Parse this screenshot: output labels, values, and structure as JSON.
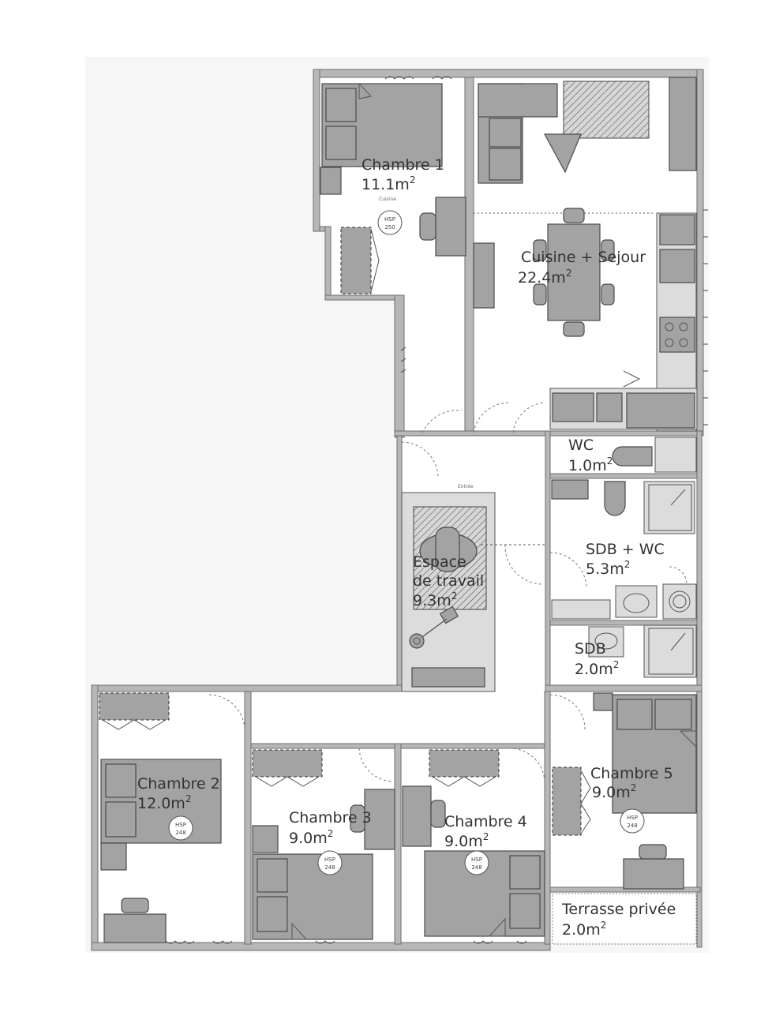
{
  "rooms": {
    "chambre1": {
      "name": "Chambre 1",
      "area": "11.1m",
      "unit_exp": "2"
    },
    "cuisine_sejour": {
      "name": "Cuisine + Sejour",
      "area": "22.4m",
      "unit_exp": "2"
    },
    "wc": {
      "name": "WC",
      "area": "1.0m",
      "unit_exp": "2"
    },
    "sdb_wc": {
      "name": "SDB + WC",
      "area": "5.3m",
      "unit_exp": "2"
    },
    "sdb": {
      "name": "SDB",
      "area": "2.0m",
      "unit_exp": "2"
    },
    "espace_travail": {
      "name_line1": "Espace",
      "name_line2": "de travail",
      "area": "9.3m",
      "unit_exp": "2"
    },
    "chambre2": {
      "name": "Chambre 2",
      "area": "12.0m",
      "unit_exp": "2"
    },
    "chambre3": {
      "name": "Chambre 3",
      "area": "9.0m",
      "unit_exp": "2"
    },
    "chambre4": {
      "name": "Chambre 4",
      "area": "9.0m",
      "unit_exp": "2"
    },
    "chambre5": {
      "name": "Chambre 5",
      "area": "9.0m",
      "unit_exp": "2"
    },
    "terrasse": {
      "name": "Terrasse privée",
      "area": "2.0m",
      "unit_exp": "2"
    }
  },
  "hsp_markers": {
    "chambre1": {
      "label": "HSP",
      "value": "250"
    },
    "chambre2": {
      "label": "HSP",
      "value": "248"
    },
    "chambre3": {
      "label": "HSP",
      "value": "248"
    },
    "chambre4": {
      "label": "HSP",
      "value": "248"
    },
    "chambre5": {
      "label": "HSP",
      "value": "248"
    }
  },
  "faint_notes": {
    "chambre1_tag": "Cuisine",
    "entree_tag": "Entrée"
  },
  "colors": {
    "wall": "#b7b7b7",
    "furniture": "#a3a3a3",
    "text": "#333333"
  },
  "icons": [
    "bed-icon",
    "sofa-icon",
    "dining-table-icon",
    "toilet-icon",
    "shower-icon",
    "washbasin-icon",
    "washing-machine-icon",
    "wardrobe-icon",
    "desk-icon",
    "chair-icon",
    "lamp-icon",
    "stove-icon",
    "sink-icon",
    "rug-icon"
  ]
}
